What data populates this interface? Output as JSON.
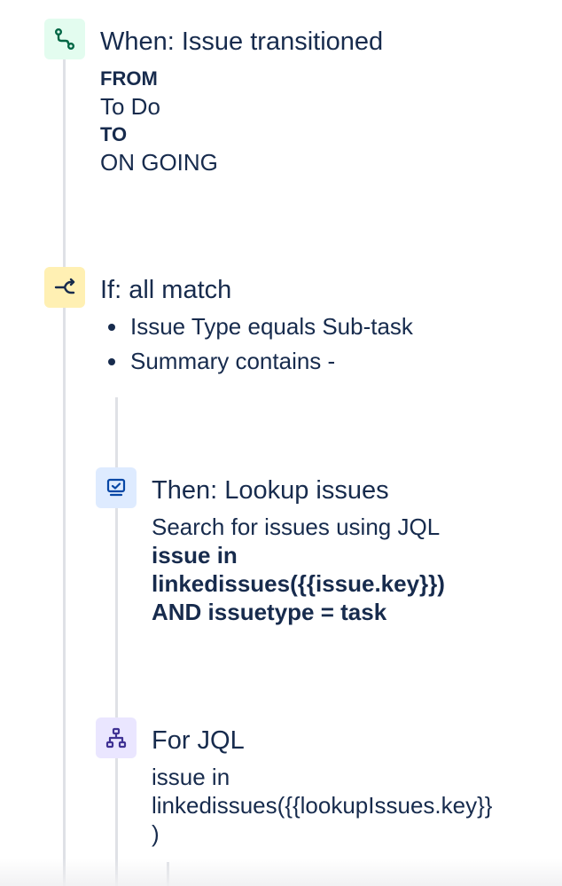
{
  "trigger": {
    "icon": "trigger-branch-icon",
    "color": "#e3fcef",
    "title": "When: Issue transitioned",
    "from_label": "FROM",
    "from_value": "To Do",
    "to_label": "TO",
    "to_value": "ON GOING"
  },
  "condition": {
    "icon": "condition-fork-icon",
    "color": "#fff0b3",
    "title": "If: all match",
    "items": [
      "Issue Type equals Sub-task",
      "Summary contains -"
    ]
  },
  "action": {
    "icon": "lookup-monitor-icon",
    "color": "#deebff",
    "title": "Then: Lookup issues",
    "description": "Search for issues using JQL",
    "jql_lines": [
      "issue in",
      "linkedissues({{issue.key}})",
      "AND issuetype = task"
    ]
  },
  "branch": {
    "icon": "hierarchy-icon",
    "color": "#eae6ff",
    "title": "For JQL",
    "jql_lines": [
      "issue in",
      "linkedissues({{lookupIssues.key}}",
      ")"
    ]
  }
}
